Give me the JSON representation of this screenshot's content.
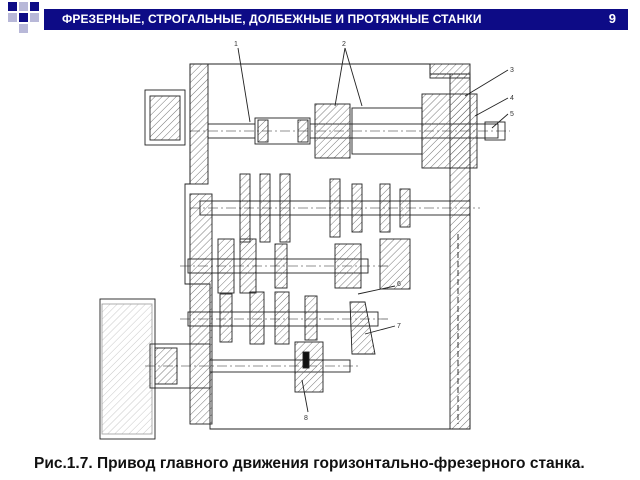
{
  "header": {
    "title": "ФРЕЗЕРНЫЕ, СТРОГАЛЬНЫЕ, ДОЛБЕЖНЫЕ И ПРОТЯЖНЫЕ СТАНКИ",
    "page_number": "9",
    "bar_color": "#0d0b86"
  },
  "figure": {
    "caption": "Рис.1.7. Привод главного движения горизонтально-фрезерного станка.",
    "callouts": [
      "1",
      "2",
      "3",
      "4",
      "5",
      "6",
      "7",
      "8"
    ]
  }
}
